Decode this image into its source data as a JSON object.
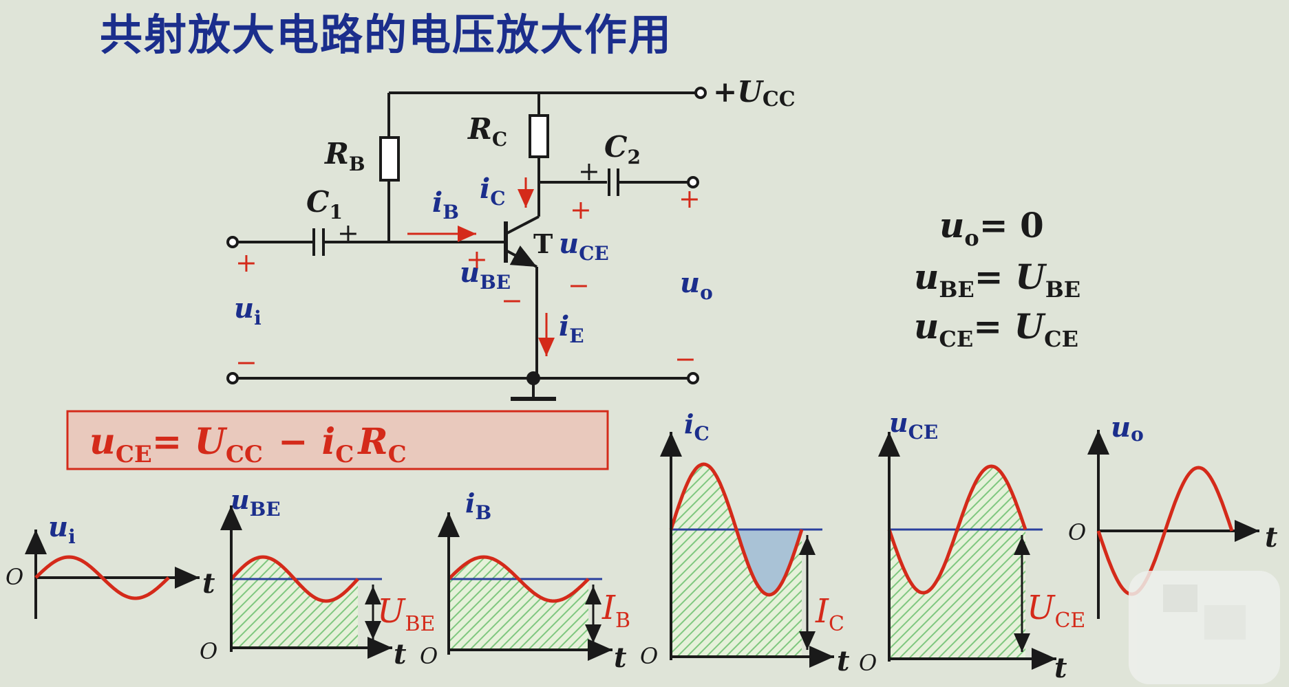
{
  "title": "共射放大电路的电压放大作用",
  "circuit": {
    "supply": "+U",
    "supply_sub": "CC",
    "rb": "R",
    "rb_sub": "B",
    "rc": "R",
    "rc_sub": "C",
    "c1": "C",
    "c1_sub": "1",
    "c2": "C",
    "c2_sub": "2",
    "ib": "i",
    "ib_sub": "B",
    "ic": "i",
    "ic_sub": "C",
    "ie": "i",
    "ie_sub": "E",
    "transistor": "T",
    "uce": "u",
    "uce_sub": "CE",
    "ube": "u",
    "ube_sub": "BE",
    "ui": "u",
    "ui_sub": "i",
    "uo": "u",
    "uo_sub": "o",
    "plus": "+",
    "minus": "−"
  },
  "equations": {
    "eq1": "u",
    "eq1_sub": "o",
    "eq1_rhs": "= 0",
    "eq2": "u",
    "eq2_sub": "BE",
    "eq2_mid": "= U",
    "eq2_sub2": "BE",
    "eq3": "u",
    "eq3_sub": "CE",
    "eq3_mid": "= U",
    "eq3_sub2": "CE"
  },
  "formula": {
    "lhs": "u",
    "lhs_sub": "CE",
    "eq": "= U",
    "eq_sub": "CC",
    "minus": "−",
    "i": "i",
    "i_sub": "C",
    "r": "R",
    "r_sub": "C"
  },
  "graphs": {
    "origin": "O",
    "t": "t",
    "ui": {
      "label": "u",
      "sub": "i"
    },
    "ube": {
      "label": "u",
      "sub": "BE",
      "dc": "U",
      "dc_sub": "BE"
    },
    "ib": {
      "label": "i",
      "sub": "B",
      "dc": "I",
      "dc_sub": "B"
    },
    "ic": {
      "label": "i",
      "sub": "C",
      "dc": "I",
      "dc_sub": "C"
    },
    "uce": {
      "label": "u",
      "sub": "CE",
      "dc": "U",
      "dc_sub": "CE"
    },
    "uo": {
      "label": "u",
      "sub": "o"
    }
  },
  "colors": {
    "title": "#1b2e8c",
    "label": "#1b2e8c",
    "red": "#d42a1a",
    "wire": "#1a1a1a",
    "hatch": "#7fc77f",
    "blue_line": "#2a3f9e",
    "formula_box": "#e9c9bd"
  }
}
